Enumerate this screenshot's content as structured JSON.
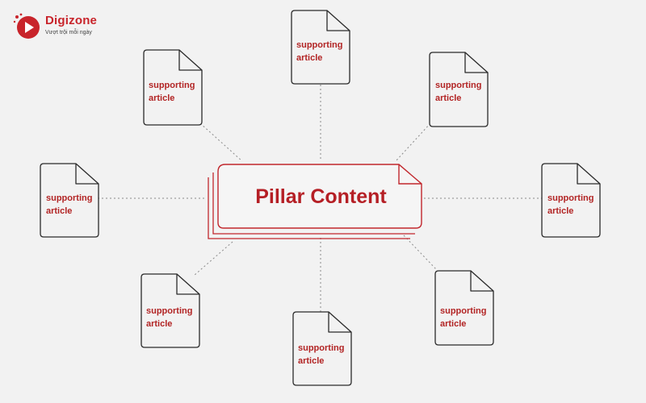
{
  "brand": {
    "name": "Digizone",
    "tagline": "Vượt trội mỗi ngày",
    "color": "#c8242b",
    "icon": "play-logo-icon"
  },
  "pillar": {
    "title": "Pillar Content",
    "color": "#b51f25"
  },
  "supporting": [
    {
      "line1": "supporting",
      "line2": "article"
    },
    {
      "line1": "supporting",
      "line2": "article"
    },
    {
      "line1": "supporting",
      "line2": "article"
    },
    {
      "line1": "supporting",
      "line2": "article"
    },
    {
      "line1": "supporting",
      "line2": "article"
    },
    {
      "line1": "supporting",
      "line2": "article"
    },
    {
      "line1": "supporting",
      "line2": "article"
    },
    {
      "line1": "supporting",
      "line2": "article"
    }
  ],
  "colors": {
    "doc_outline": "#2b2b2b",
    "connector": "#8a8a8a",
    "label": "#b22424",
    "background": "#f2f2f2"
  }
}
